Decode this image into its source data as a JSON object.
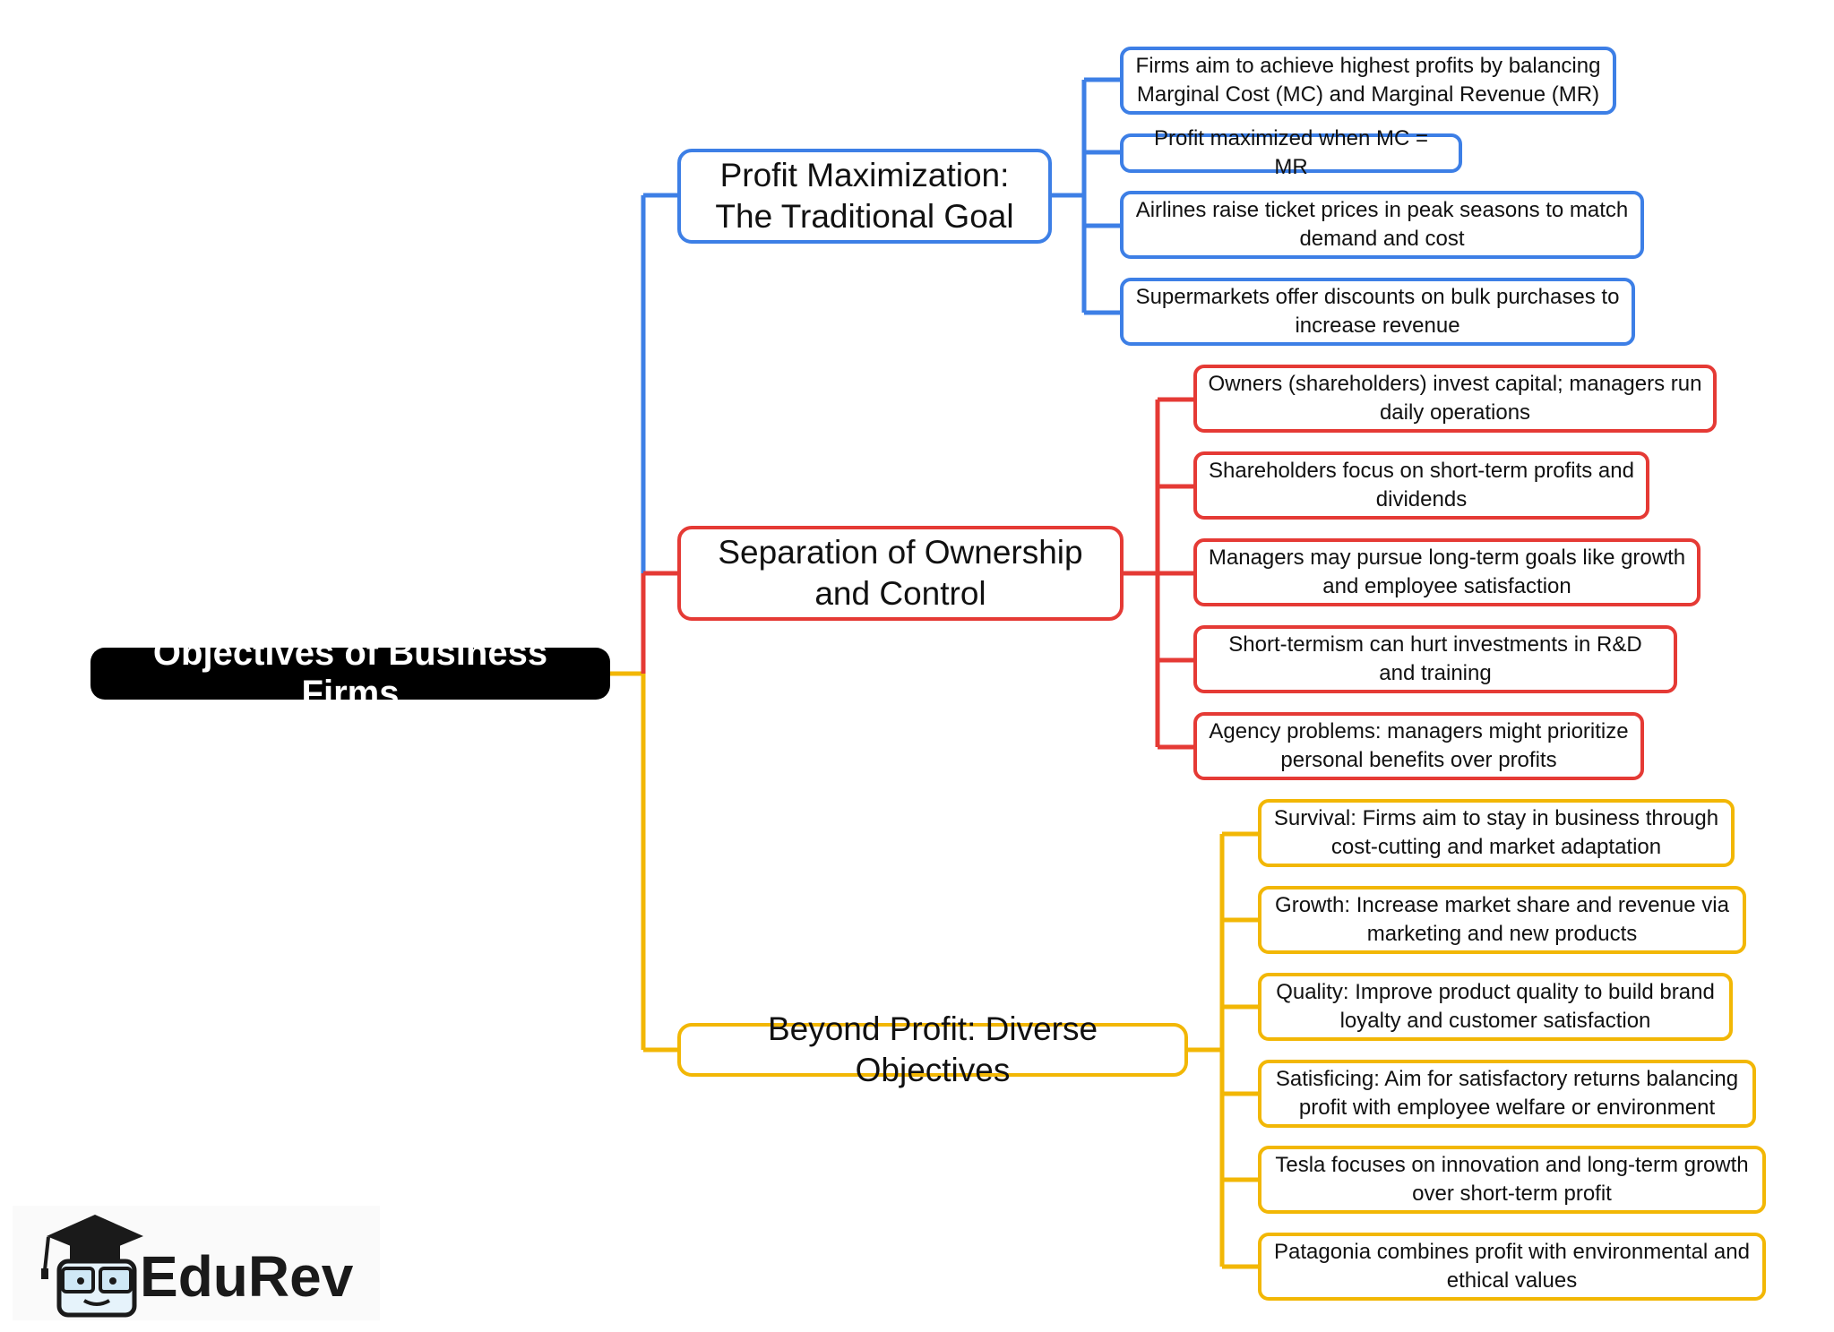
{
  "root": {
    "label": "Objectives of Business Firms"
  },
  "colors": {
    "profit": "#3d7fe6",
    "separation": "#e53a35",
    "beyond": "#f2b705",
    "root": "#000000"
  },
  "branches": [
    {
      "label": "Profit Maximization: The Traditional Goal",
      "color": "blue",
      "items": [
        "Firms aim to achieve highest profits by balancing Marginal Cost (MC) and Marginal Revenue (MR)",
        "Profit maximized when MC = MR",
        "Airlines raise ticket prices in peak seasons to match demand and cost",
        "Supermarkets offer discounts on bulk purchases to increase revenue"
      ]
    },
    {
      "label": "Separation of Ownership and Control",
      "color": "red",
      "items": [
        "Owners (shareholders) invest capital; managers run daily operations",
        "Shareholders focus on short-term profits and dividends",
        "Managers may pursue long-term goals like growth and employee satisfaction",
        "Short-termism can hurt investments in R&D and training",
        "Agency problems: managers might prioritize personal benefits over profits"
      ]
    },
    {
      "label": "Beyond Profit: Diverse Objectives",
      "color": "yellow",
      "items": [
        "Survival: Firms aim to stay in business through cost-cutting and market adaptation",
        "Growth: Increase market share and revenue via marketing and new products",
        "Quality: Improve product quality to build brand loyalty and customer satisfaction",
        "Satisficing: Aim for satisfactory returns balancing profit with employee welfare or environment",
        "Tesla focuses on innovation and long-term growth over short-term profit",
        "Patagonia combines profit with environmental and ethical values"
      ]
    }
  ],
  "logo": {
    "text": "EduRev",
    "icon": "graduation-cap-mascot-icon"
  }
}
